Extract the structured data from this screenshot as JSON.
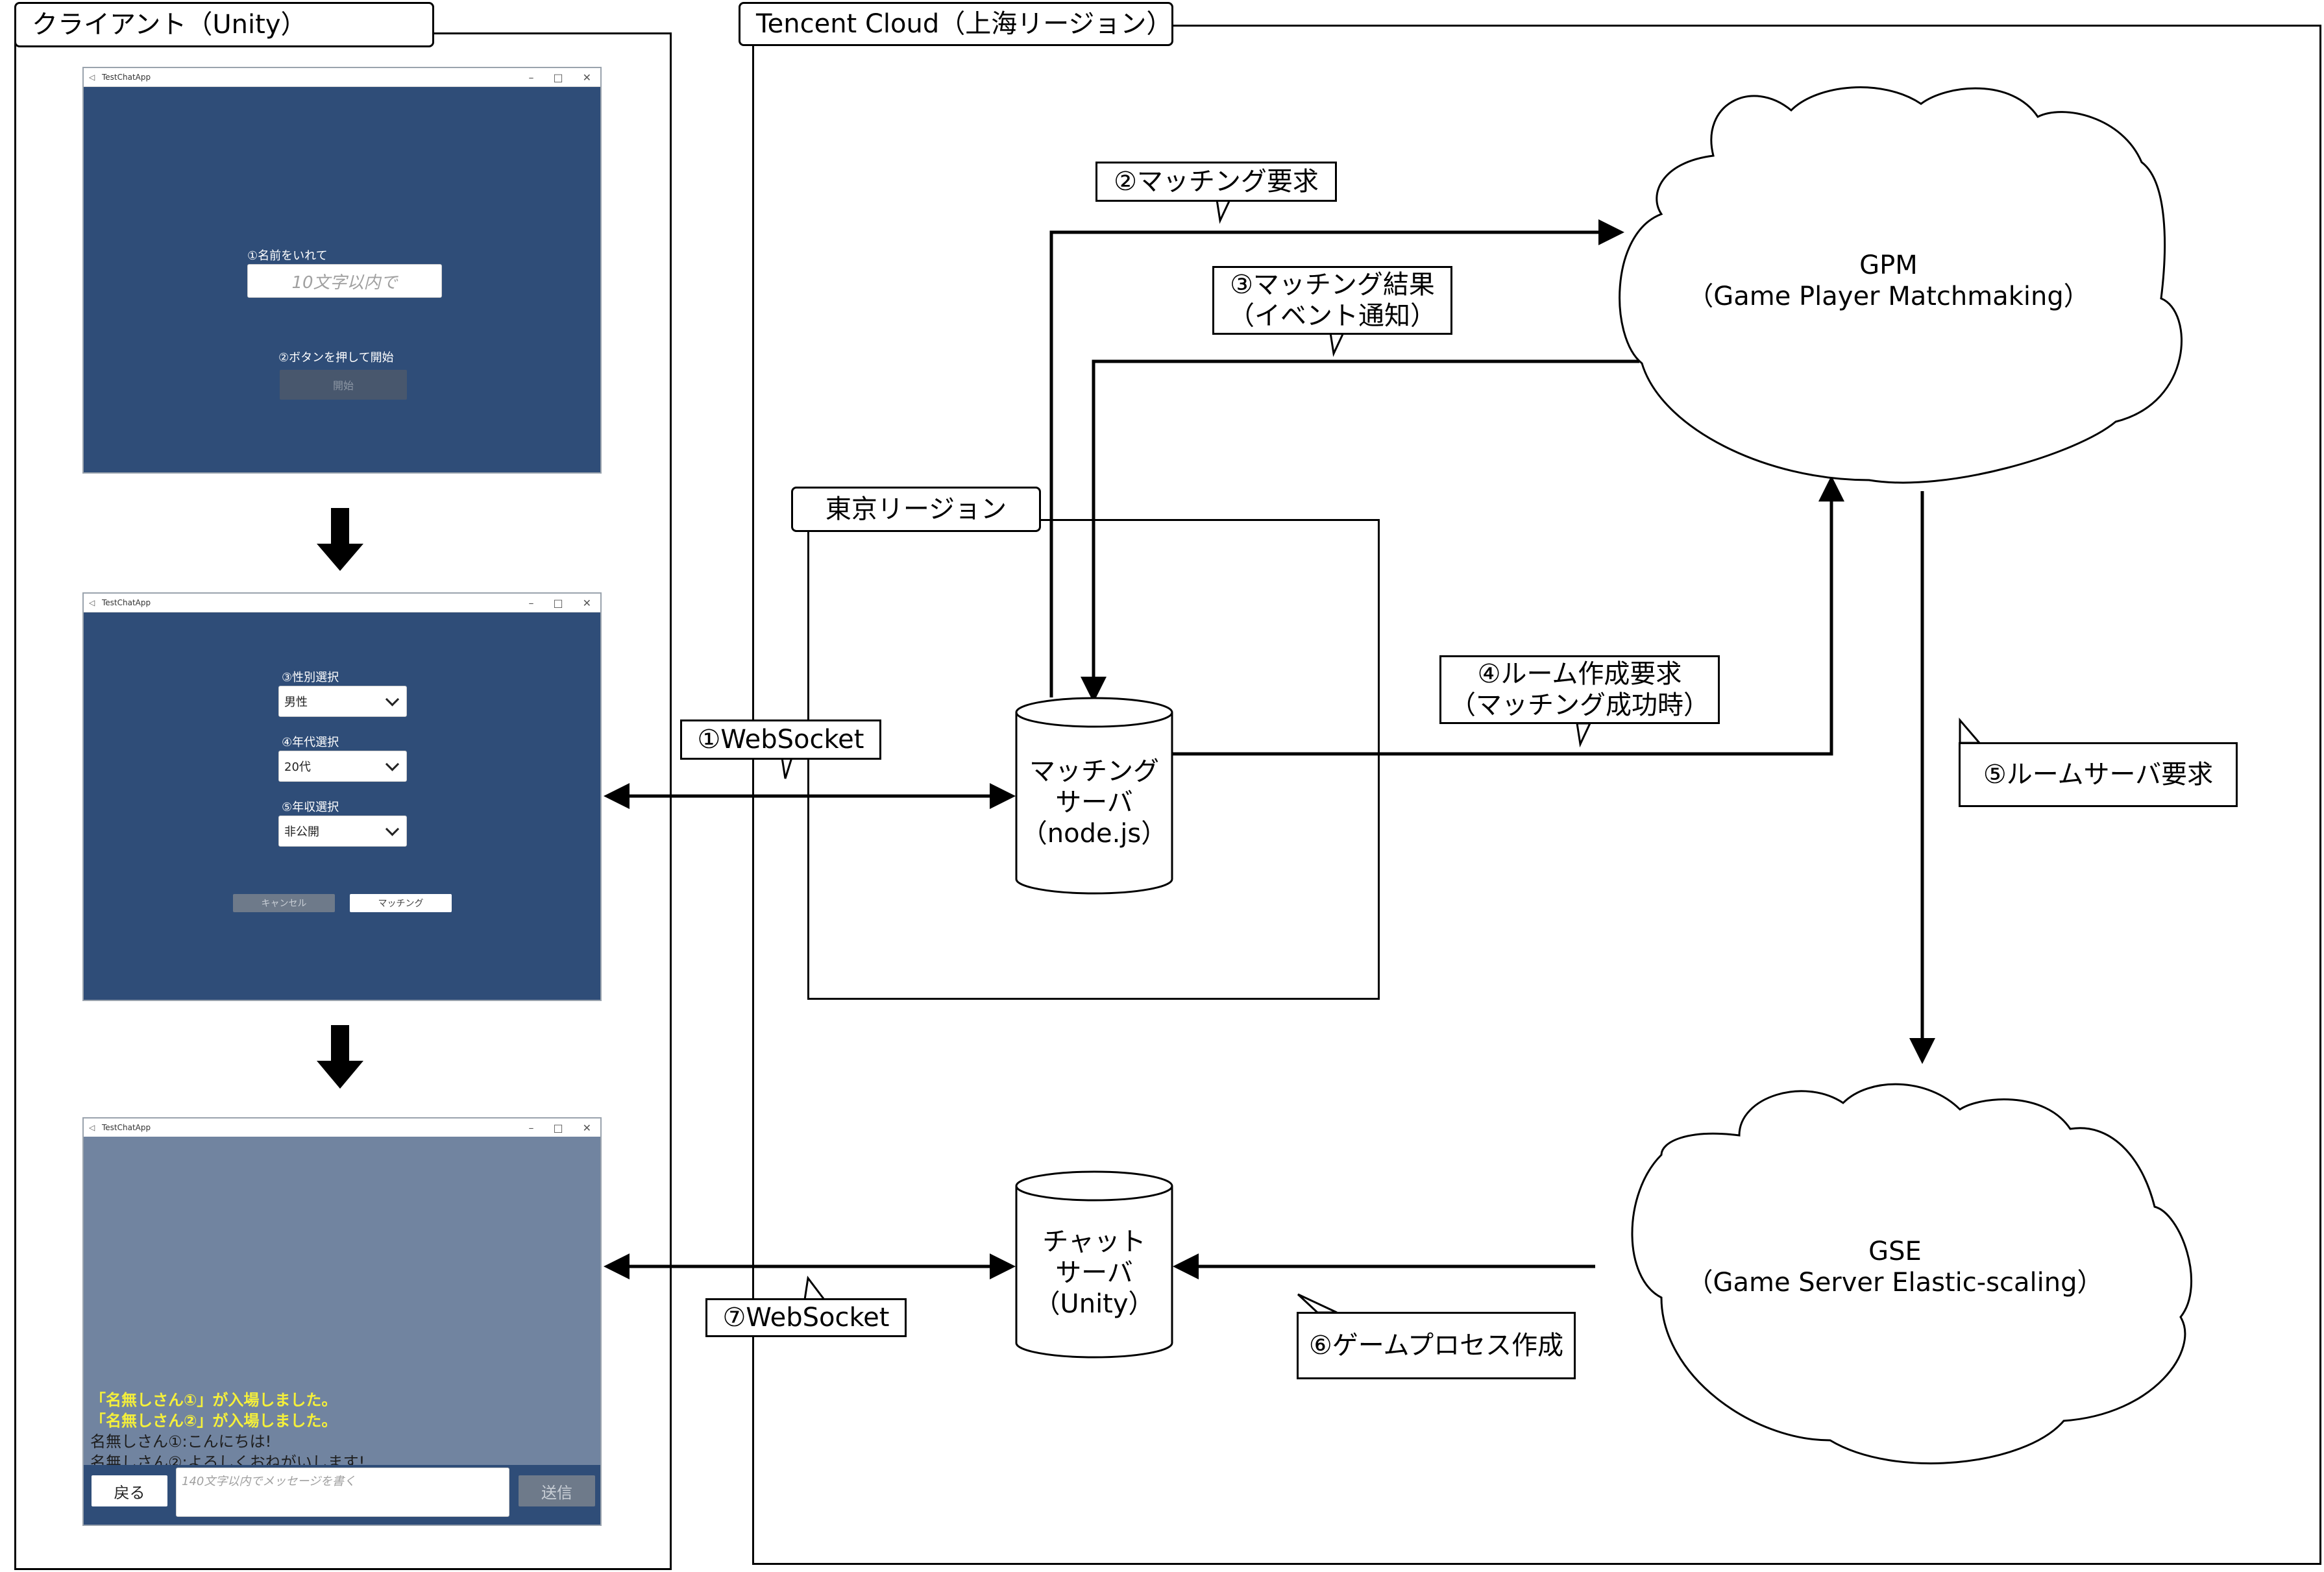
{
  "client_panel": {
    "title": "クライアント（Unity）"
  },
  "cloud_panel": {
    "title": "Tencent Cloud（上海リージョン）"
  },
  "tokyo_region": {
    "title": "東京リージョン"
  },
  "app_title": "TestChatApp",
  "screen1": {
    "name_label": "①名前をいれて",
    "name_placeholder": "10文字以内で",
    "start_label": "②ボタンを押して開始",
    "start_button": "開始"
  },
  "screen2": {
    "gender_label": "③性別選択",
    "gender_value": "男性",
    "age_label": "④年代選択",
    "age_value": "20代",
    "income_label": "⑤年収選択",
    "income_value": "非公開",
    "cancel_button": "キャンセル",
    "matching_button": "マッチング"
  },
  "screen3": {
    "messages": [
      {
        "text": "「名無しさん①」が入場しました。",
        "color": "#f5f03a"
      },
      {
        "text": "「名無しさん②」が入場しました。",
        "color": "#f5f03a"
      },
      {
        "text": "名無しさん①:こんにちは!",
        "color": "#1e1e1e"
      },
      {
        "text": "名無しさん②:よろしくおねがいします!",
        "color": "#1e1e1e"
      }
    ],
    "back_button": "戻る",
    "message_placeholder": "140文字以内でメッセージを書く",
    "send_button": "送信"
  },
  "nodes": {
    "matching_server": "マッチング\nサーバ\n（node.js）",
    "chat_server": "チャット\nサーバ\n（Unity）",
    "gpm": "GPM\n（Game Player Matchmaking）",
    "gse": "GSE\n（Game Server Elastic-scaling）"
  },
  "edges": {
    "e1": "①WebSocket",
    "e2": "②マッチング要求",
    "e3": "③マッチング結果\n（イベント通知）",
    "e4": "④ルーム作成要求\n（マッチング成功時）",
    "e5": "⑤ルームサーバ要求",
    "e6": "⑥ゲームプロセス作成",
    "e7": "⑦WebSocket"
  },
  "colors": {
    "app_bg": "#2f4d78",
    "chat_bg": "#7184a0"
  }
}
